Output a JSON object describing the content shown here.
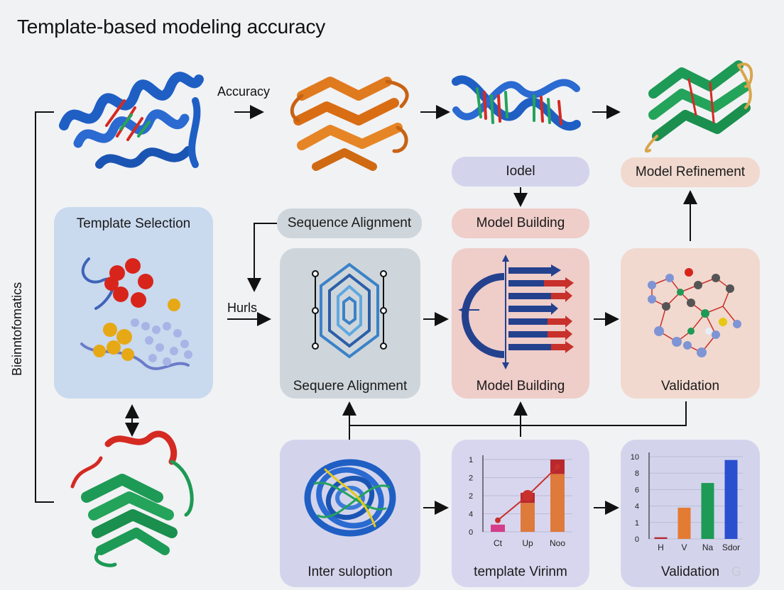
{
  "title": "Template-based modeling accuracy",
  "side_label": "Bieinntofomatics",
  "labels": {
    "accuracy": "Accuracy",
    "hurls": "Hurls"
  },
  "pills": {
    "iodel": "Iodel",
    "model_refinement": "Model Refinement",
    "sequence_alignment": "Sequence Alignment",
    "model_building": "Model Building"
  },
  "panels": {
    "template_selection": "Template Selection",
    "sequence_alignment": "Sequere Alignment",
    "model_building": "Model Building",
    "validation": "Validation",
    "inter_suloption": "Inter suloption",
    "template_virinm": "template Virinm",
    "validation_bottom": "Validation"
  },
  "watermark": "G",
  "colors": {
    "blue_protein": "#1f5fc4",
    "orange_protein": "#e07a1e",
    "green_protein": "#1d9a55",
    "red_helix": "#d42a22",
    "accent_navy": "#24418e"
  },
  "chart_data": [
    {
      "type": "bar",
      "categories": [
        "Ct",
        "Up",
        "Noo"
      ],
      "series": [
        {
          "values": [
            0.5,
            2.0,
            4.0
          ]
        },
        {
          "values": [
            0.0,
            0.7,
            1.0
          ]
        }
      ],
      "line": [
        0.8,
        2.5,
        4.5
      ],
      "ytick_labels": [
        "0",
        "4",
        "2",
        "2",
        "1"
      ],
      "ylim": [
        0,
        5
      ],
      "grid": true
    },
    {
      "type": "bar",
      "categories": [
        "H",
        "V",
        "Na",
        "Sdor"
      ],
      "values": [
        0.2,
        3.8,
        6.8,
        9.6
      ],
      "ytick_labels": [
        "0",
        "1",
        "4",
        "6",
        "8",
        "10"
      ],
      "ylim": [
        0,
        10
      ],
      "grid": true
    }
  ]
}
